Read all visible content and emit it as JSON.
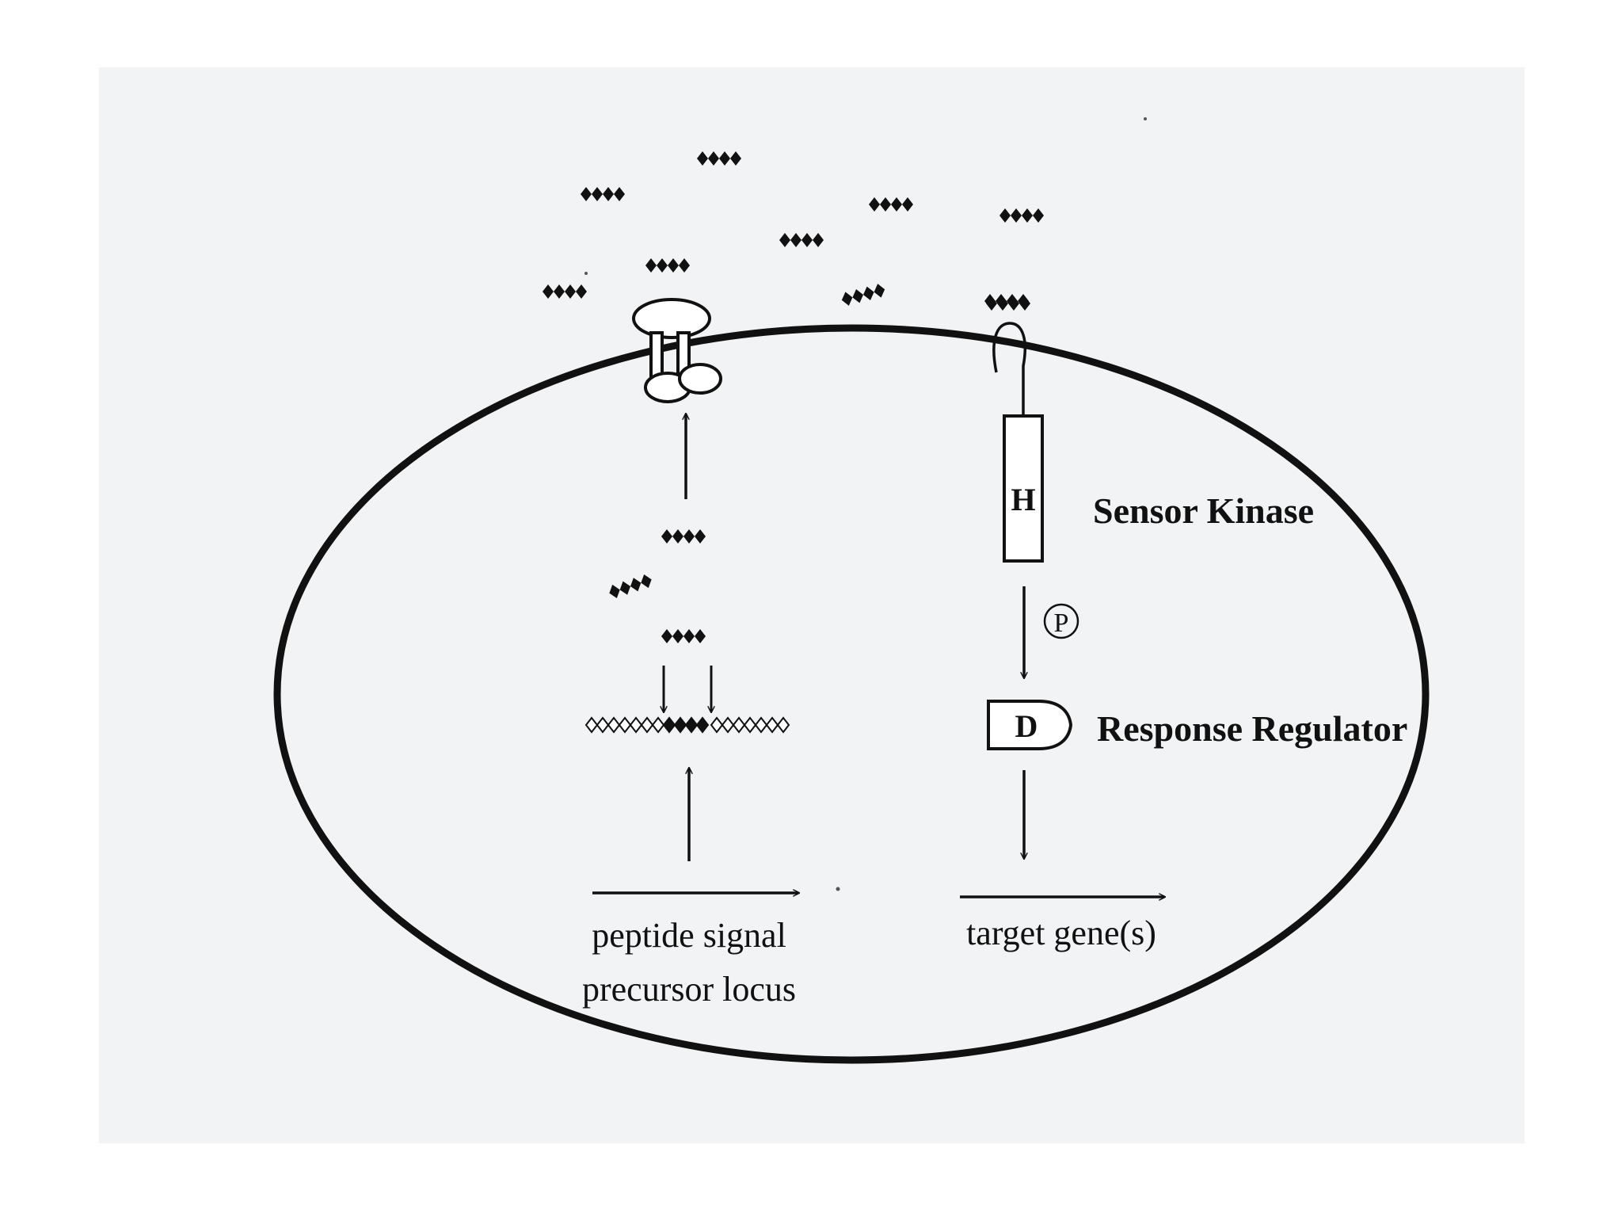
{
  "colors": {
    "page": "#ffffff",
    "paper": "#f1f3f4",
    "ink": "#111111"
  },
  "labels": {
    "sensor_kinase": "Sensor Kinase",
    "histidine": "H",
    "phospho": "P",
    "aspartate": "D",
    "response_regulator": "Response Regulator",
    "peptide_line1": "peptide signal",
    "peptide_line2": "precursor locus",
    "target_genes": "target gene(s)"
  }
}
